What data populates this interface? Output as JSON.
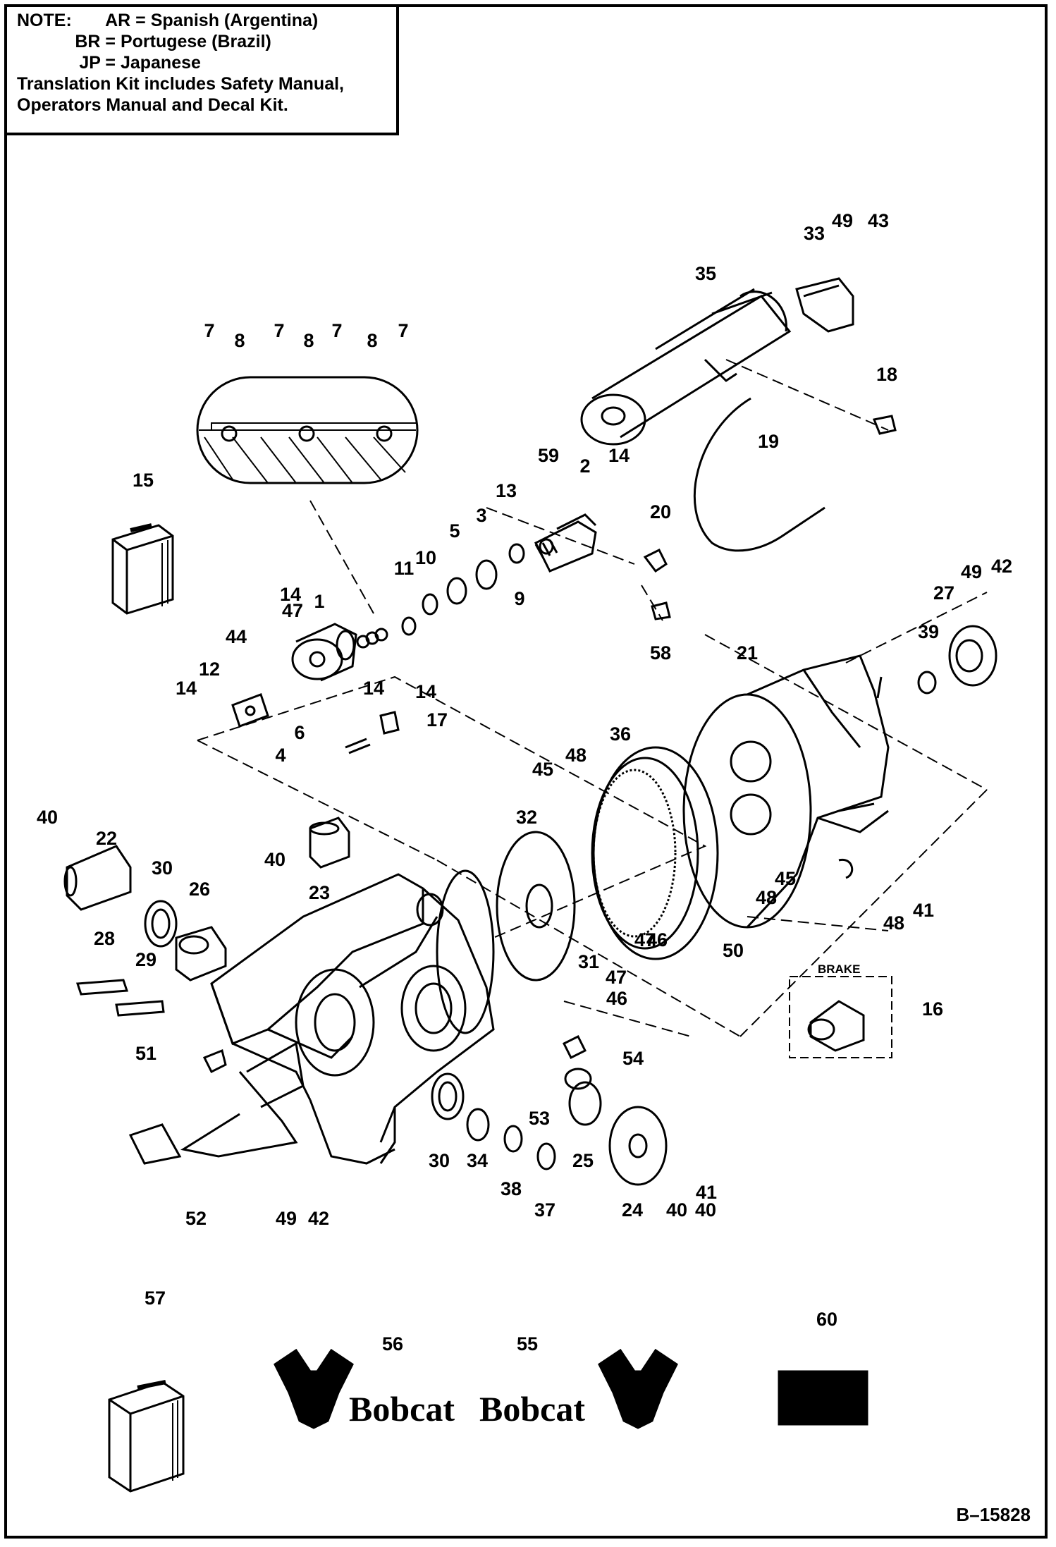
{
  "note": {
    "prefix": "NOTE:",
    "lines": [
      {
        "code": "AR =",
        "language": "Spanish (Argentina)"
      },
      {
        "code": "BR =",
        "language": "Portugese (Brazil)"
      },
      {
        "code": "JP =",
        "language": "Japanese"
      }
    ],
    "kit_line_1": "Translation Kit includes Safety Manual,",
    "kit_line_2": "Operators Manual and Decal Kit."
  },
  "detail_label": "BRAKE",
  "brand_text": [
    "Bobcat",
    "Bobcat"
  ],
  "drawing_number": "B–15828",
  "callouts": [
    "1",
    "2",
    "3",
    "4",
    "5",
    "6",
    "7",
    "7",
    "7",
    "7",
    "8",
    "8",
    "8",
    "9",
    "10",
    "11",
    "12",
    "13",
    "14",
    "14",
    "14",
    "14",
    "14",
    "15",
    "16",
    "17",
    "18",
    "19",
    "20",
    "21",
    "22",
    "23",
    "24",
    "25",
    "26",
    "27",
    "28",
    "29",
    "30",
    "30",
    "31",
    "32",
    "33",
    "34",
    "35",
    "36",
    "37",
    "38",
    "39",
    "40",
    "40",
    "40",
    "40",
    "41",
    "41",
    "42",
    "42",
    "43",
    "44",
    "45",
    "45",
    "46",
    "46",
    "47",
    "47",
    "47",
    "48",
    "48",
    "48",
    "49",
    "49",
    "49",
    "50",
    "51",
    "52",
    "53",
    "54",
    "55",
    "56",
    "57",
    "58",
    "59",
    "60"
  ]
}
